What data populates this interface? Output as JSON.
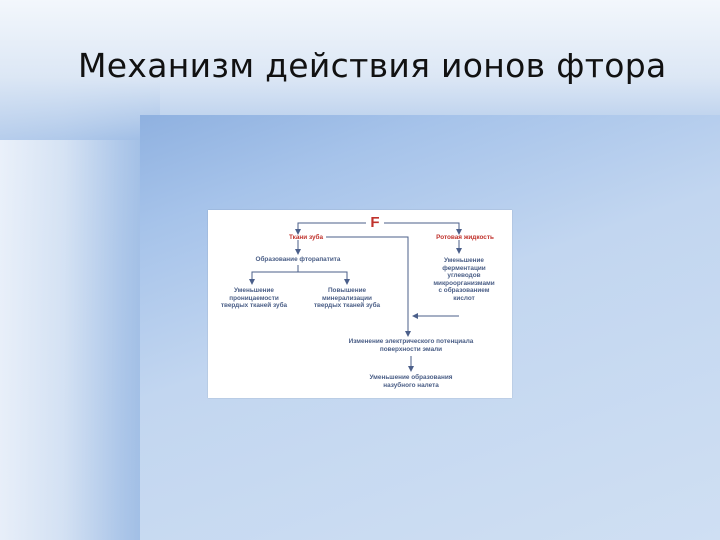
{
  "slide": {
    "title": "Механизм действия ионов фтора"
  },
  "diagram": {
    "root": "F",
    "tissue": "Ткани зуба",
    "oral_fluid": "Ротовая жидкость",
    "fluorapatite": "Образование фторапатита",
    "permeability": [
      "Уменьшение",
      "проницаемости",
      "твердых тканей зуба"
    ],
    "mineralization": [
      "Повышение",
      "минерализации",
      "твердых тканей зуба"
    ],
    "fermentation": [
      "Уменьшение",
      "ферментации",
      "углеводов",
      "микроорганизмами",
      "с образованием",
      "кислот"
    ],
    "potential": [
      "Изменение электрического потенциала",
      "поверхности эмали"
    ],
    "plaque": [
      "Уменьшение образования",
      "назубного налета"
    ]
  },
  "colors": {
    "accent_red": "#c0322c",
    "node_text": "#4a5e86",
    "arrow": "#4b5f8a"
  }
}
